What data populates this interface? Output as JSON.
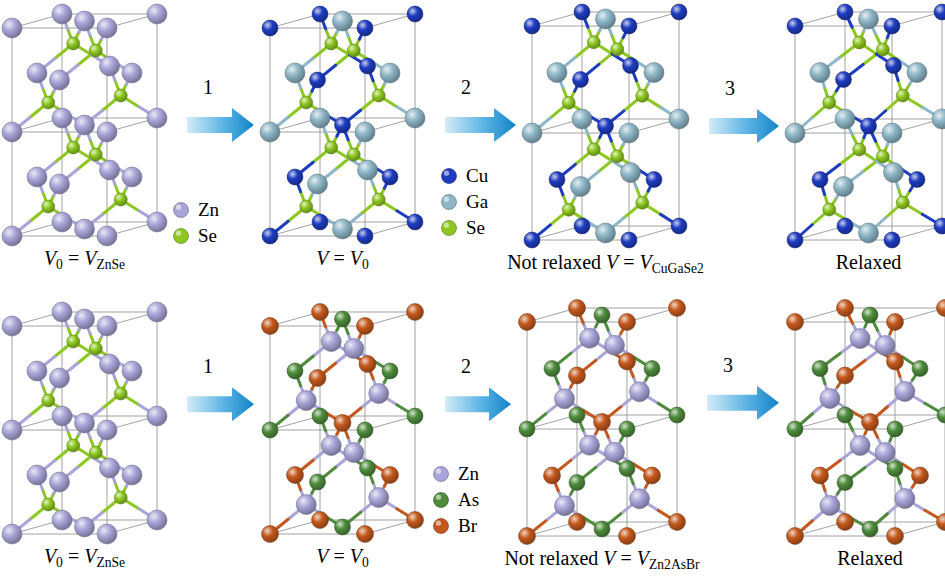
{
  "diagram": {
    "nodes": [
      {
        "text": [
          "V0 = VZnSe"
        ]
      },
      {
        "text": [
          "V = V0"
        ]
      },
      {
        "text": [
          "Not relaxed V = VCuGaSe2"
        ]
      },
      {
        "text": [
          "Relaxed"
        ]
      },
      {
        "text": [
          "V0 = VZnSe"
        ]
      },
      {
        "text": [
          "V = V0"
        ]
      },
      {
        "text": [
          "Not relaxed V = VZn2AsBr"
        ]
      },
      {
        "text": [
          "Relaxed"
        ]
      }
    ],
    "edges": [
      {
        "from": 0,
        "to": 1,
        "arrow": "to",
        "label": "1"
      },
      {
        "from": 1,
        "to": 2,
        "arrow": "to",
        "label": "2"
      },
      {
        "from": 2,
        "to": 3,
        "arrow": "to",
        "label": "3"
      },
      {
        "from": 4,
        "to": 5,
        "arrow": "to",
        "label": "1"
      },
      {
        "from": 5,
        "to": 6,
        "arrow": "to",
        "label": "2"
      },
      {
        "from": 6,
        "to": 7,
        "arrow": "to",
        "label": "3"
      }
    ],
    "legend": [
      {
        "text": "Zn",
        "color": "#a9a5d8"
      },
      {
        "text": "Se",
        "color": "#8dc820"
      },
      {
        "text": "Cu",
        "color": "#1e3cc0"
      },
      {
        "text": "Ga",
        "color": "#8db6c6"
      },
      {
        "text": "Se",
        "color": "#8dc820"
      },
      {
        "text": "Zn",
        "color": "#a9a5d8"
      },
      {
        "text": "As",
        "color": "#4e8c3c"
      },
      {
        "text": "Br",
        "color": "#c4581c"
      }
    ]
  }
}
